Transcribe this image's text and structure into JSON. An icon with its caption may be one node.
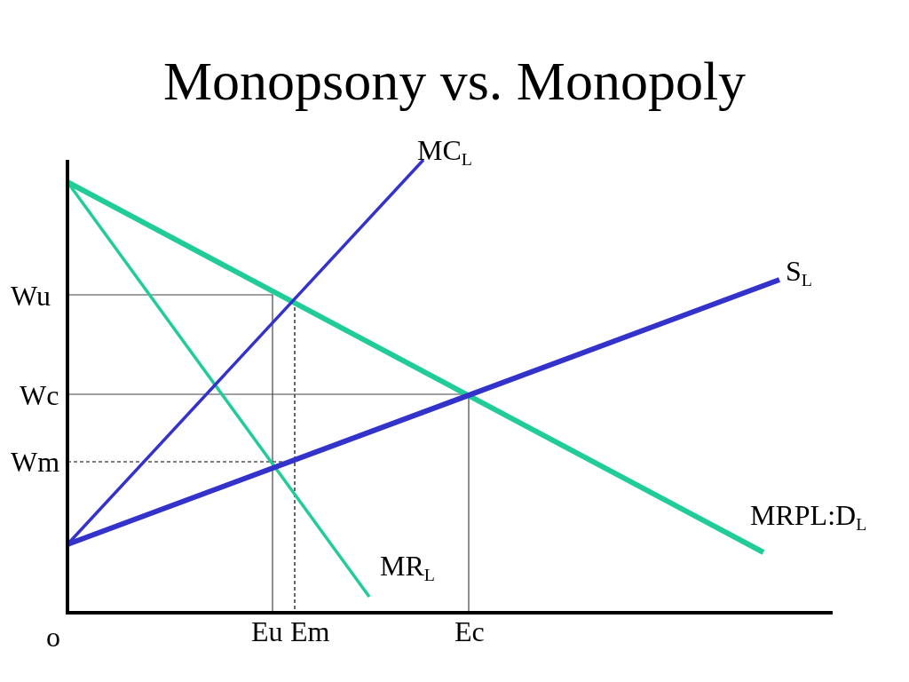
{
  "diagram": {
    "title": "Monopsony vs. Monopoly",
    "labels": [
      "MC$_{L}$",
      "S$_{L}$",
      "Wu",
      "Wc",
      "Wm",
      "MRPL:D$_{L}$",
      "MR$_{L}$",
      "o",
      "Eu",
      "Em",
      "Ec"
    ]
  }
}
